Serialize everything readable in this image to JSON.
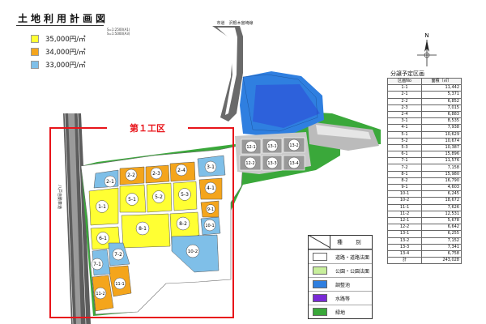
{
  "title": "土地利用計画図",
  "scale": [
    "S=1:2500(A1)",
    "S=1:5000(A3)"
  ],
  "price_legend": [
    {
      "label": "35,000円/㎡",
      "color": "#ffff33"
    },
    {
      "label": "34,000円/㎡",
      "color": "#f4a51c"
    },
    {
      "label": "33,000円/㎡",
      "color": "#7fbfe8"
    }
  ],
  "phase_label": "第１工区",
  "road_labels": {
    "top": "市道　沢根木宮崎線",
    "left": "八戸自動車道"
  },
  "parcel_labels": {
    "p1_1": "1-1",
    "p2_1": "2-1",
    "p2_2": "2-2",
    "p2_3": "2-3",
    "p2_4": "2-4",
    "p3_1": "3-1",
    "p4_1": "4-1",
    "p5_1": "5-1",
    "p5_2": "5-2",
    "p5_3": "5-3",
    "p6_1": "6-1",
    "p7_1": "7-1",
    "p7_2": "7-2",
    "p8_1": "8-1",
    "p8_2": "8-2",
    "p9_1": "9-1",
    "p10_1": "10-1",
    "p10_2": "10-2",
    "p11_1": "11-1",
    "p11_2": "11-2",
    "p12_1": "12-1",
    "p12_2": "12-2",
    "p13_1": "13-1",
    "p13_2": "13-2",
    "p13_3": "13-3",
    "p13_4": "13-4"
  },
  "table": {
    "title": "分譲予定区画",
    "headers": [
      "区画No",
      "面積（㎡）"
    ],
    "rows": [
      [
        "1-1",
        "11,442"
      ],
      [
        "2-1",
        "5,371"
      ],
      [
        "2-2",
        "6,852"
      ],
      [
        "2-3",
        "7,015"
      ],
      [
        "2-4",
        "6,883"
      ],
      [
        "3-1",
        "8,535"
      ],
      [
        "4-1",
        "7,938"
      ],
      [
        "5-1",
        "10,629"
      ],
      [
        "5-2",
        "10,674"
      ],
      [
        "5-3",
        "10,387"
      ],
      [
        "6-1",
        "15,896"
      ],
      [
        "7-1",
        "11,576"
      ],
      [
        "7-2",
        "7,158"
      ],
      [
        "8-1",
        "15,980"
      ],
      [
        "8-2",
        "16,790"
      ],
      [
        "9-1",
        "4,603"
      ],
      [
        "10-1",
        "6,245"
      ],
      [
        "10-2",
        "18,672"
      ],
      [
        "11-1",
        "7,626"
      ],
      [
        "11-2",
        "12,531"
      ],
      [
        "12-1",
        "5,678"
      ],
      [
        "12-2",
        "6,642"
      ],
      [
        "13-1",
        "6,255"
      ],
      [
        "13-2",
        "7,152"
      ],
      [
        "13-3",
        "7,341"
      ],
      [
        "13-4",
        "6,758"
      ]
    ],
    "total_label": "計",
    "total_value": "243,028"
  },
  "legend": {
    "header": "種　別",
    "items": [
      {
        "label": "道路・道路法面",
        "color": "#ffffff"
      },
      {
        "label": "公園・公園法面",
        "color": "#c8ef9c"
      },
      {
        "label": "調整池",
        "color": "#2f7fe0"
      },
      {
        "label": "水路等",
        "color": "#7a2ad6"
      },
      {
        "label": "緑地",
        "color": "#3aa83a"
      }
    ]
  }
}
